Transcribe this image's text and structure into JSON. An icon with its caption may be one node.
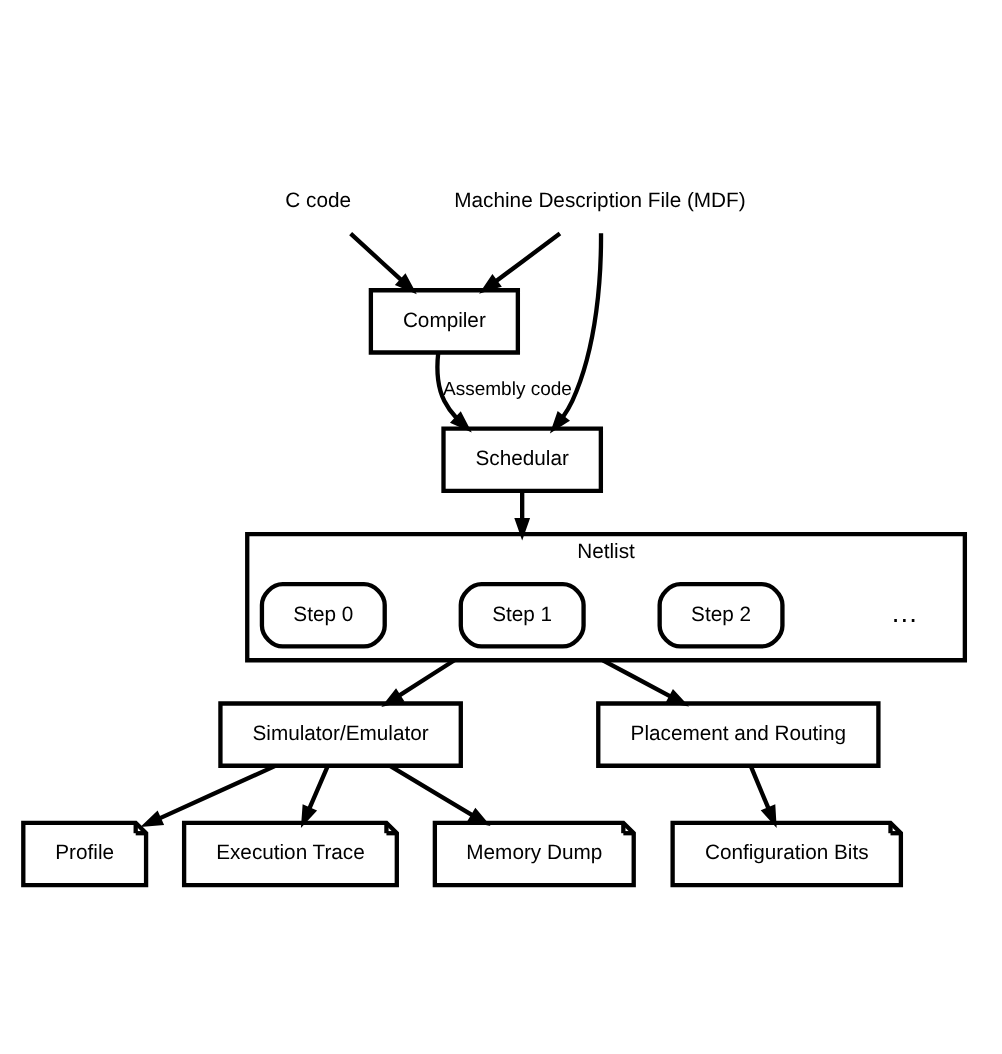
{
  "diagram": {
    "nodes": [
      {
        "text": [
          "C code"
        ]
      },
      {
        "text": [
          "Compiler"
        ]
      },
      {
        "text": [
          "Machine Description File (MDF)"
        ]
      },
      {
        "text": [
          "Schedular"
        ]
      },
      {
        "text": [
          "Netlist"
        ]
      },
      {
        "text": [
          "Step 0"
        ],
        "in": 4
      },
      {
        "text": [
          "Step 1"
        ],
        "in": 4
      },
      {
        "text": [
          "Step 2"
        ],
        "in": 4
      },
      {
        "text": [
          "Simulator/Emulator"
        ]
      },
      {
        "text": [
          "Placement and Routing"
        ]
      },
      {
        "text": [
          "Profile"
        ]
      },
      {
        "text": [
          "Execution Trace"
        ]
      },
      {
        "text": [
          "Memory Dump"
        ]
      },
      {
        "text": [
          "Configuration Bits"
        ]
      }
    ],
    "edges": [
      {
        "from": 0,
        "to": 1,
        "arrow": "to"
      },
      {
        "from": 2,
        "to": 1,
        "arrow": "to"
      },
      {
        "from": 1,
        "to": 3,
        "arrow": "to",
        "label": "Assembly code"
      },
      {
        "from": 2,
        "to": 3,
        "arrow": "to"
      },
      {
        "from": 3,
        "to": 4,
        "arrow": "to"
      },
      {
        "from": 4,
        "to": 8,
        "arrow": "to"
      },
      {
        "from": 4,
        "to": 9,
        "arrow": "to"
      },
      {
        "from": 8,
        "to": 10,
        "arrow": "to"
      },
      {
        "from": 8,
        "to": 11,
        "arrow": "to"
      },
      {
        "from": 8,
        "to": 12,
        "arrow": "to"
      },
      {
        "from": 9,
        "to": 13,
        "arrow": "to"
      }
    ],
    "labels": [
      "…"
    ]
  }
}
